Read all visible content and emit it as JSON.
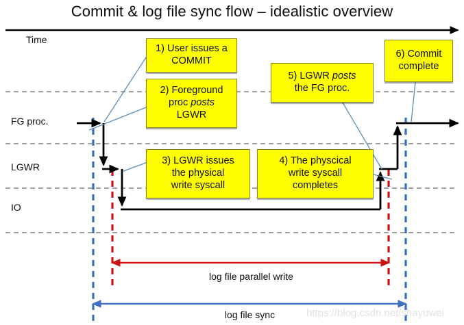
{
  "title": "Commit & log file sync flow – idealistic overview",
  "lanes": [
    {
      "id": "time",
      "label": "Time"
    },
    {
      "id": "fg",
      "label": "FG proc."
    },
    {
      "id": "lgwr",
      "label": "LGWR"
    },
    {
      "id": "io",
      "label": "IO"
    }
  ],
  "steps": [
    {
      "id": "step-1",
      "lines": [
        "1) User issues a",
        "COMMIT"
      ],
      "emphasis": ""
    },
    {
      "id": "step-2",
      "lines": [
        "2) Foreground",
        "proc posts",
        "LGWR"
      ],
      "emphasis": "posts"
    },
    {
      "id": "step-3",
      "lines": [
        "3) LGWR issues",
        "the physical",
        "write syscall"
      ],
      "emphasis": ""
    },
    {
      "id": "step-4",
      "lines": [
        "4) The physcical",
        "write syscall",
        "completes"
      ],
      "emphasis": ""
    },
    {
      "id": "step-5",
      "lines": [
        "5) LGWR posts",
        "the FG proc."
      ],
      "emphasis": "posts"
    },
    {
      "id": "step-6",
      "lines": [
        "6) Commit",
        "complete"
      ],
      "emphasis": ""
    }
  ],
  "measures": [
    {
      "id": "parallel-write",
      "label": "log file parallel write",
      "color": "#CC1111"
    },
    {
      "id": "log-file-sync",
      "label": "log file sync",
      "color": "#4472C4"
    }
  ],
  "watermark": "https://blog.csdn.net/shayuwei",
  "colors": {
    "box_fill": "#FFFF00",
    "box_border": "#8A8A24",
    "flow_line": "#000000",
    "lane_divider": "#808080",
    "leader_line": "#5B8DB8",
    "red_marker": "#CC1111",
    "blue_marker": "#4472C4",
    "background": "#FFFFFF"
  }
}
